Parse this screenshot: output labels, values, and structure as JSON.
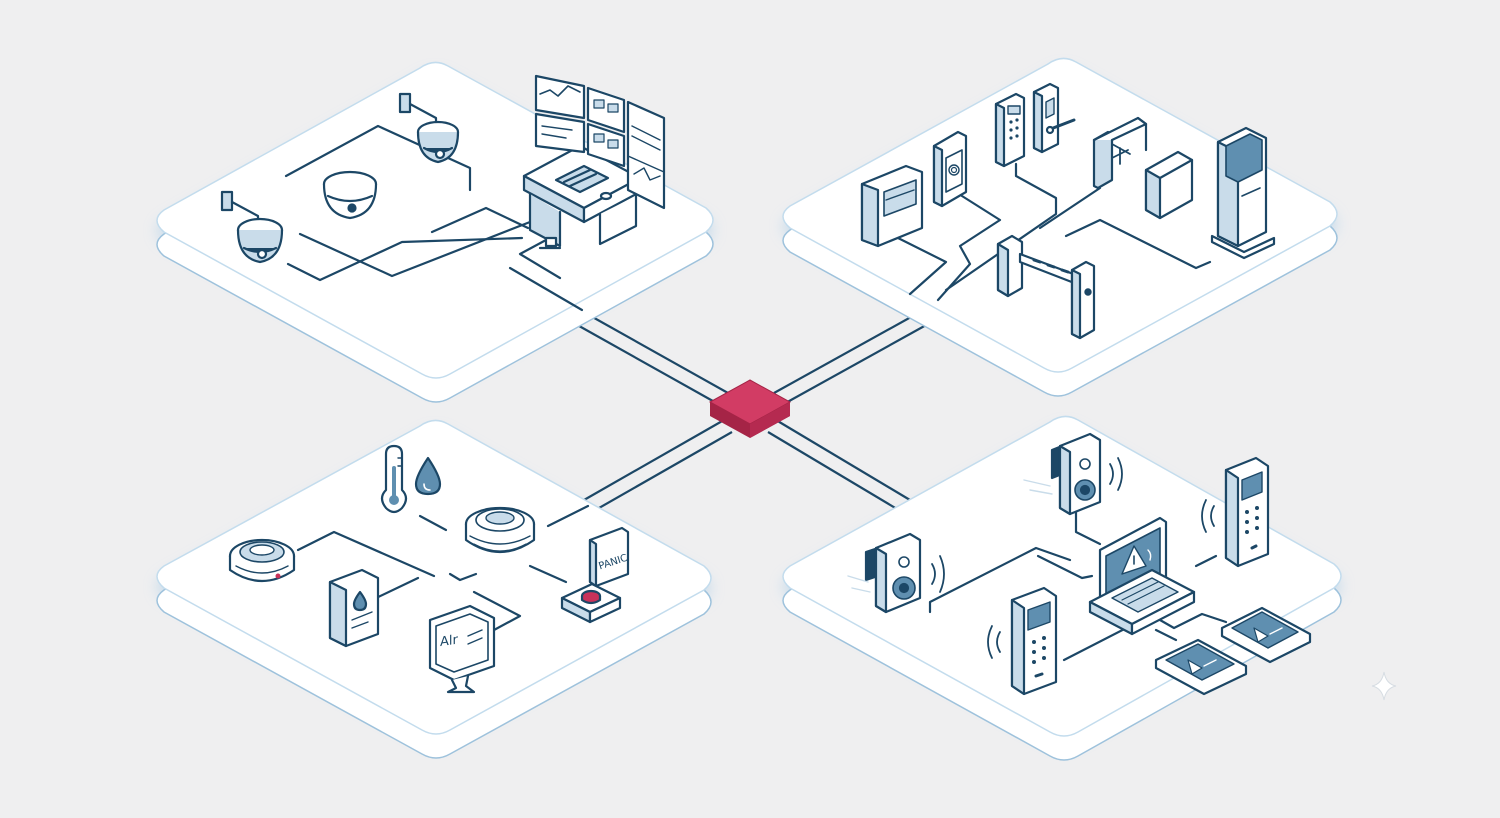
{
  "diagram": {
    "hub": {
      "color": "#c8325a"
    },
    "colors": {
      "stroke": "#1c4766",
      "fill_mid": "#5f8fb0",
      "fill_light": "#c9dcea",
      "platform": "#ffffff",
      "platform_edge": "#c3dced",
      "accent": "#c8325a"
    },
    "zones": [
      {
        "id": "video-surveillance",
        "devices": [
          "dome-camera",
          "dome-camera",
          "dome-camera",
          "operator-desk",
          "video-wall"
        ]
      },
      {
        "id": "access-control",
        "devices": [
          "card-reader",
          "fingerprint-reader",
          "keypad-reader",
          "door-lock",
          "tripod-turnstile",
          "barrier-gate",
          "kiosk"
        ]
      },
      {
        "id": "safety-sensors",
        "devices": [
          "smoke-detector",
          "thermometer",
          "water-drop",
          "ceiling-detector",
          "water-sensor",
          "air-monitor",
          "panic-button"
        ],
        "labels": {
          "panic": "PANIC",
          "air": "Alr"
        }
      },
      {
        "id": "communication",
        "devices": [
          "speaker",
          "speaker",
          "laptop-alert",
          "intercom",
          "intercom",
          "phone-alert",
          "phone-alert"
        ]
      }
    ]
  }
}
